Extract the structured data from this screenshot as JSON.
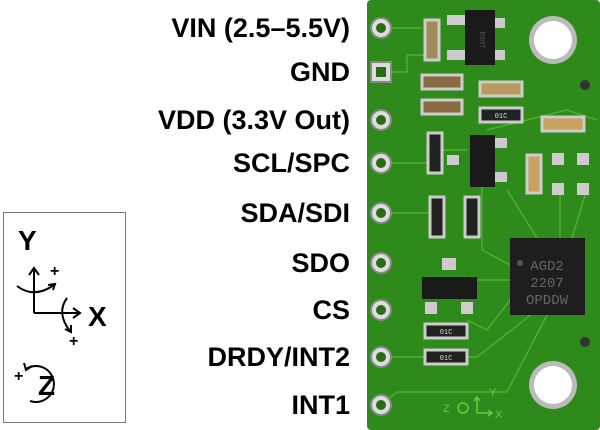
{
  "pins": [
    {
      "label": "VIN (2.5–5.5V)"
    },
    {
      "label": "GND"
    },
    {
      "label": "VDD (3.3V Out)"
    },
    {
      "label": "SCL/SPC"
    },
    {
      "label": "SDA/SDI"
    },
    {
      "label": "SDO"
    },
    {
      "label": "CS"
    },
    {
      "label": "DRDY/INT2"
    },
    {
      "label": "INT1"
    }
  ],
  "axes_legend": {
    "y": "Y",
    "x": "X",
    "z": "Z",
    "plus": "+"
  },
  "board": {
    "chip_text": [
      "AGD2",
      "2207",
      "OPDDW"
    ],
    "regulator_text": "RX0T",
    "resistor_text": "01C",
    "silk_axes": {
      "z": "Z",
      "y": "Y",
      "x": "X"
    },
    "pcb_color": "#2f8a1c"
  }
}
